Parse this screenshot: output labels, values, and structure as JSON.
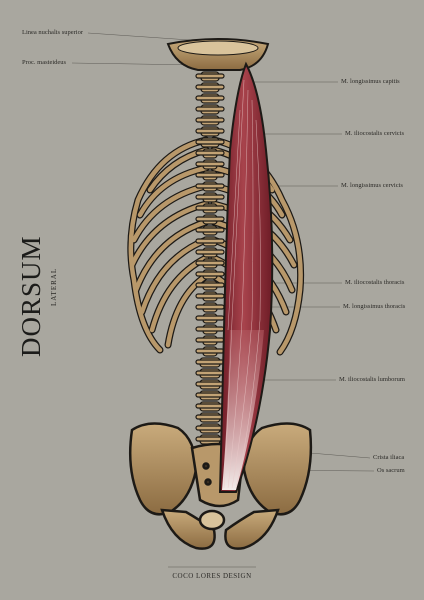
{
  "poster": {
    "title": "DORSUM",
    "subtitle": "LATERAL",
    "footer": "COCO LORES DESIGN"
  },
  "labels": {
    "linea_nuchalis": "Linea nuchalis superior",
    "proc_mastoideus": "Proc. masteideus",
    "longissimus_capitis": "M. longissimus capitis",
    "iliocostalis_cervicis": "M. iliocostalis cervicis",
    "longissimus_cervicis": "M. longissimus cervicis",
    "iliocostalis_thoracis": "M.  iliocostalis thoracis",
    "longissimus_thoracis": "M. longissimus thoracis",
    "iliocostalis_lumborum": "M. iliocostalis lumborum",
    "crista_iliaca": "Crista iliaca",
    "os_sacrum": "Os sacrum"
  },
  "colors": {
    "background": "#a9a79f",
    "bone": "#b8986a",
    "bone_dark": "#7a5f3a",
    "muscle": "#8e2a34",
    "muscle_light": "#c98a8e",
    "outline": "#1d1a16"
  }
}
